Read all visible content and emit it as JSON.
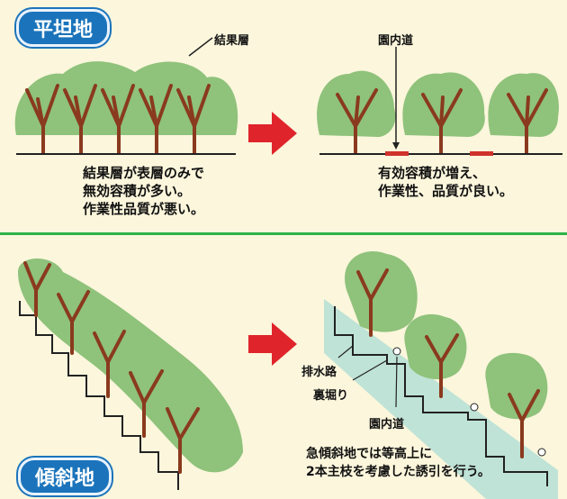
{
  "flat": {
    "badge": "平坦地",
    "label_fruit_layer": "結果層",
    "label_path": "園内道",
    "caption_left": [
      "結果層が表層のみで",
      "無効容積が多い。",
      "作業性品質が悪い。"
    ],
    "caption_right": [
      "有効容積が増え、",
      "作業性、品質が良い。"
    ]
  },
  "slope": {
    "badge": "傾斜地",
    "label_drain": "排水路",
    "label_dig": "裏堀り",
    "label_path": "園内道",
    "caption": [
      "急傾斜地では等高上に",
      "2本主枝を考慮した誘引を行う。"
    ]
  },
  "colors": {
    "foliage": "#8fc27b",
    "trunk": "#8a3a1e",
    "arrow": "#e0242b",
    "badge": "#1b74bb",
    "divider": "#2db24a",
    "path_mark": "#d0322c",
    "slope_band": "#bfe3d6"
  }
}
